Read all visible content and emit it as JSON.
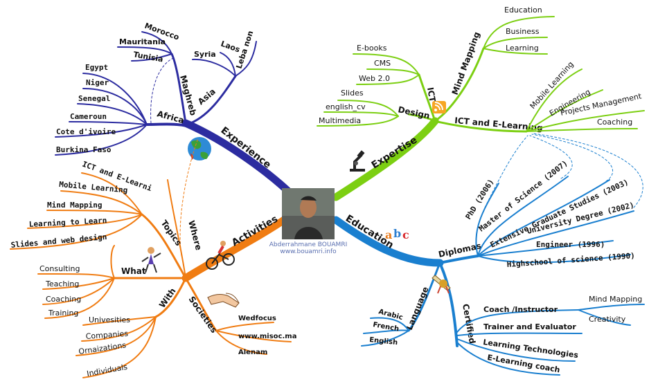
{
  "center": {
    "name": "Abderrahmane BOUAMRI",
    "site": "www.bouamri.info"
  },
  "colors": {
    "experience": "#2c2ca0",
    "expertise": "#7ccf12",
    "education": "#1a7fcf",
    "activities": "#f07c12"
  },
  "experience": {
    "label": "Experience",
    "africa": {
      "label": "Africa",
      "countries": [
        "Egypt",
        "Niger",
        "Senegal",
        "Cameroun",
        "Cote d'ivoire",
        "Burkina Faso"
      ],
      "maghreb": {
        "label": "Maghreb",
        "countries": [
          "Morocco",
          "Mauritania",
          "Tunisia"
        ]
      }
    },
    "asia": {
      "label": "Asia",
      "countries": [
        "Syria",
        "Laos",
        "Leba non"
      ]
    }
  },
  "expertise": {
    "label": "Expertise",
    "ict": {
      "label": "ICT",
      "items": [
        "E-books",
        "CMS",
        "Web 2.0"
      ]
    },
    "design": {
      "label": "Design",
      "items": [
        "Slides",
        "english_cv",
        "Multimedia"
      ]
    },
    "mind_mapping": {
      "label": "Mind Mapping",
      "items": [
        "Education",
        "Business",
        "Learning"
      ]
    },
    "ict_elearning": {
      "label": "ICT and E-Learning",
      "items": [
        "Mobile Learning",
        "Engineering",
        "Projects Management",
        "Coaching"
      ]
    }
  },
  "education": {
    "label": "Education",
    "diplomas": {
      "label": "Diplomas",
      "items": [
        "PhD (2006)",
        "Master of Science (2007)",
        "Extensive Graduate Studies (2003)",
        "University Degree (2002)",
        "Engineer (1996)",
        "Highschool of science (1990)"
      ]
    },
    "certified": {
      "label": "Certified",
      "coach": "Coach /Instructor",
      "coach_items": [
        "Mind Mapping",
        "Creativity"
      ],
      "others": [
        "Trainer and Evaluator",
        "Learning Technologies",
        "E-Learning coach"
      ]
    },
    "language": {
      "label": "Language",
      "items": [
        "Arabic",
        "French",
        "English"
      ]
    }
  },
  "activities": {
    "label": "Activities",
    "where": "Where",
    "topics": {
      "label": "Topics",
      "items": [
        "ICT and E-Learni",
        "Mobile Learning",
        "Mind Mapping",
        "Learning to Learn",
        "Slides and web design"
      ]
    },
    "what": {
      "label": "What",
      "items": [
        "Consulting",
        "Teaching",
        "Coaching",
        "Training"
      ]
    },
    "with": {
      "label": "With",
      "items": [
        "Univesities",
        "Companies",
        "Ornaizations",
        "Individuals"
      ]
    },
    "societies": {
      "label": "Societies",
      "items": [
        "Wedfocus",
        "www.misoc.ma",
        "Alenam"
      ]
    }
  }
}
